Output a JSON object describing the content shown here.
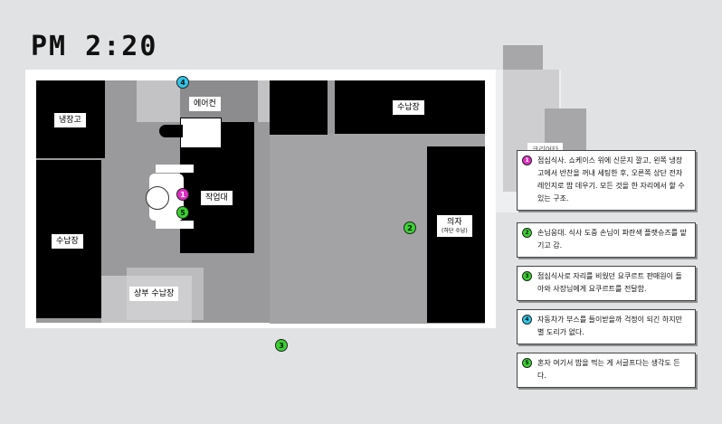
{
  "time": "PM 2:20",
  "rooms": {
    "fridge": "냉장고",
    "aircon": "에어컨",
    "storage_top": "수납장",
    "storage_left": "수납장",
    "worktable": "작업대",
    "upper_storage": "상부 수납장",
    "chair": "의자",
    "chair_sub": "(하단 수납)",
    "background_tag": "크리어타"
  },
  "markers": {
    "m1": "1",
    "m2": "2",
    "m3": "3",
    "m4": "4",
    "m5": "5"
  },
  "notes": [
    {
      "num": "1",
      "text": "점심식사. 쇼케이스 위에 신문지 깔고, 왼쪽 냉장고에서 반찬을 꺼내 세팅한 후, 오른쪽 상단 전자레인지로 밥 데우기. 모든 것을 한 자리에서 할 수 있는 구조."
    },
    {
      "num": "2",
      "text": "손님응대. 식사 도중 손님이 파란색 플랫슈즈를 맡기고 감."
    },
    {
      "num": "3",
      "text": "점심식사로 자리를 비웠던 요쿠르트 판매원이 돌아와 사장님에게 요쿠르트를 전달함."
    },
    {
      "num": "4",
      "text": "자동차가 부스를 들이받을까 걱정이 되긴 하지만 별 도리가 없다."
    },
    {
      "num": "5",
      "text": "혼자 여기서 밥을 먹는 게 서글프다는 생각도 든다."
    }
  ],
  "colors": {
    "note1": "#e02ec1",
    "note2": "#38d32f",
    "note3": "#38d32f",
    "note4": "#2ec7e8",
    "note5": "#38d32f"
  }
}
